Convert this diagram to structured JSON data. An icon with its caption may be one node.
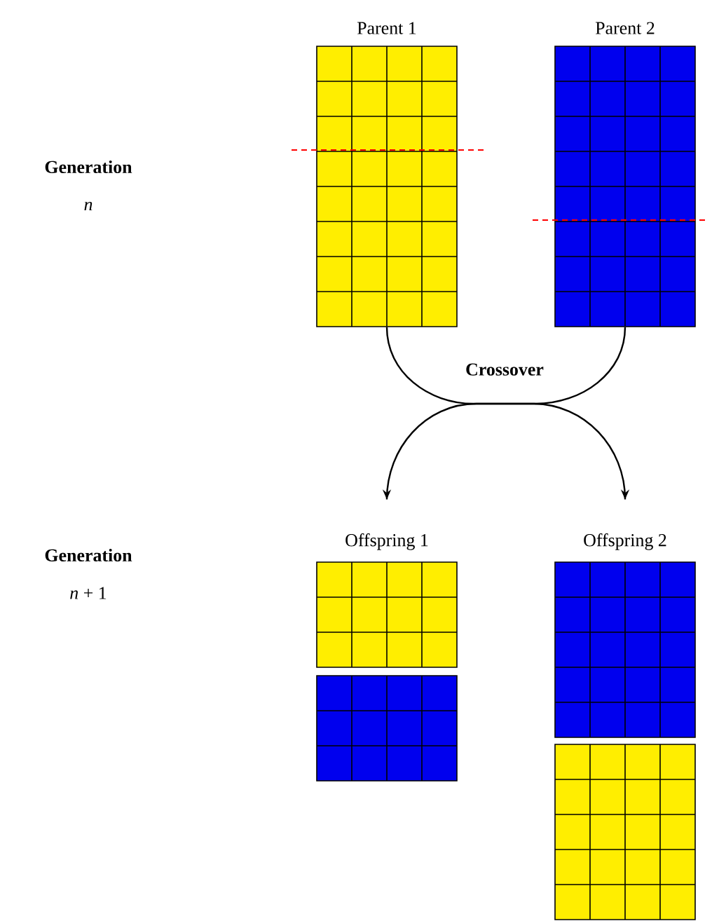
{
  "diagram": {
    "nodes": [
      {
        "text": [
          "Parent 1"
        ]
      },
      {
        "text": [
          "Parent 2"
        ]
      },
      {
        "text": [
          "Offspring 1"
        ]
      },
      {
        "text": [],
        "shape": "box"
      },
      {
        "text": [
          "Offspring 2"
        ]
      },
      {
        "text": [],
        "shape": "box"
      },
      {
        "text": [
          "Crossover"
        ]
      }
    ],
    "edges": [
      {
        "from": 0,
        "to": 6,
        "arrow": "none"
      },
      {
        "from": 1,
        "to": 6,
        "arrow": "none"
      },
      {
        "from": 6,
        "to": 2,
        "arrow": "to"
      },
      {
        "from": 6,
        "to": 4,
        "arrow": "to"
      }
    ],
    "labels": [
      "Generation",
      "n",
      "Generation",
      "*n* + 1"
    ]
  }
}
